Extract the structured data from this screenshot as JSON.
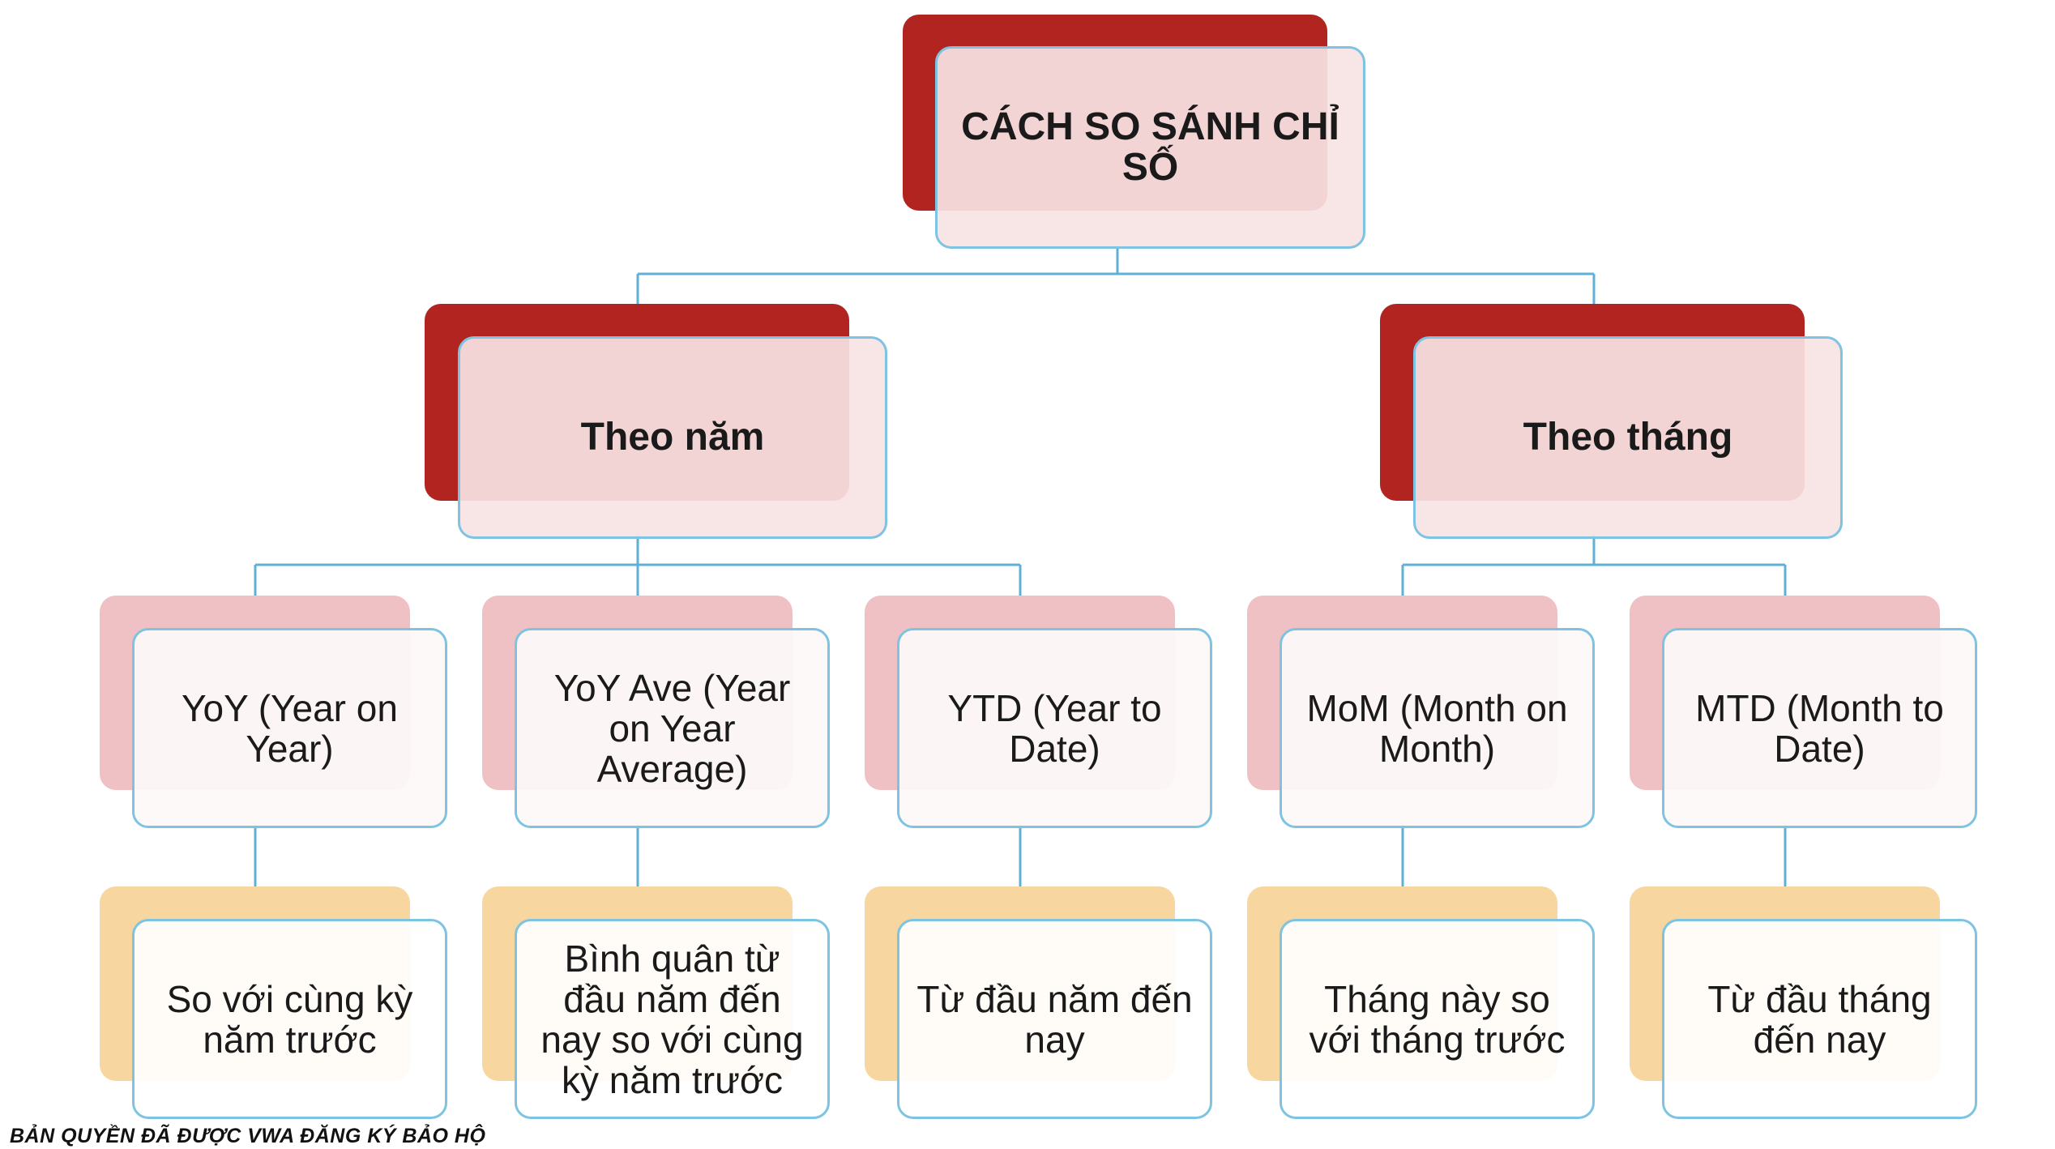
{
  "diagram": {
    "root": {
      "label": "CÁCH SO SÁNH CHỈ SỐ"
    },
    "branches": [
      {
        "label": "Theo năm",
        "children": [
          {
            "label": "YoY (Year on Year)",
            "description": "So với cùng kỳ năm trước"
          },
          {
            "label": "YoY Ave (Year on Year Average)",
            "description": "Bình quân từ đầu năm đến nay so với cùng kỳ năm trước"
          },
          {
            "label": "YTD (Year to Date)",
            "description": "Từ đầu năm đến nay"
          }
        ]
      },
      {
        "label": "Theo tháng",
        "children": [
          {
            "label": "MoM (Month on Month)",
            "description": "Tháng này so với tháng trước"
          },
          {
            "label": "MTD (Month to Date)",
            "description": "Từ đầu tháng đến nay"
          }
        ]
      }
    ]
  },
  "footer": {
    "copyright": "BẢN QUYỀN ĐÃ ĐƯỢC VWA ĐĂNG KÝ BẢO HỘ"
  },
  "colors": {
    "primary_shadow": "#b1241f",
    "secondary_shadow": "#efc1c4",
    "tertiary_shadow": "#f7d79f",
    "card_border": "#7ec3e1",
    "connector": "#5fb0d6"
  }
}
